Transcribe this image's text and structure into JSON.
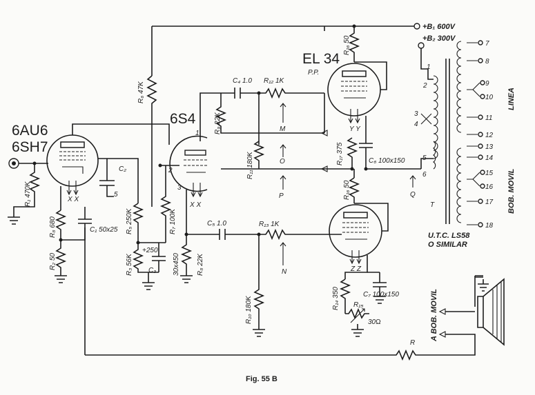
{
  "tubes": {
    "v1_line1": "6AU6",
    "v1_line2": "6SH7",
    "v2": "6S4",
    "v3": "EL 34",
    "v3_sub": "P.P."
  },
  "supply": {
    "b1": "+B₁ 600V",
    "b2": "+B₂ 300V"
  },
  "resistors": {
    "r1": "R₁ 470K",
    "r2": "R₂ 50",
    "r3": "R₃ 56K",
    "r5": "R₅ 250K",
    "r6": "R₆ 47K",
    "r7": "R₇ 100K",
    "r8": "R₈ 22K",
    "r8b": "R₈ 680",
    "r9": "R₉ 22K",
    "r10": "R₁₀ 180K",
    "r11": "R₁₁ 180K",
    "r12": "R₁₂ 1K",
    "r13": "R₁₃ 1K",
    "r14": "R₁₄ 350",
    "r15": "R₁₅",
    "r15_val": "30Ω",
    "r16a": "R₁₆ 50",
    "r16b": "R₁₆ 50",
    "r17": "R₁₇ 375",
    "rf": "R"
  },
  "capacitors": {
    "c1": "C₁ 50x25",
    "c2": "C₂",
    "c3": "C₃",
    "c3_val": "30x450",
    "c4": "C₄ 1.0",
    "c5": "C₅ 1.0",
    "c6": "C₆ 100x150",
    "c7": "C₇ 100x150",
    "plus250": "+250"
  },
  "markers": {
    "m": "M",
    "n": "N",
    "o": "O",
    "p": "P",
    "q": "Q",
    "t": "T",
    "xx1": "X X",
    "xx2": "X X",
    "yy": "Y Y",
    "zz": "Z Z",
    "five": "5",
    "six": "6"
  },
  "pins": {
    "one": "1",
    "two": "2",
    "three": "3"
  },
  "transformer": {
    "primary_taps": [
      "1",
      "2",
      "3",
      "4",
      "5",
      "6"
    ],
    "secondary_taps": [
      "7",
      "8",
      "9",
      "10",
      "11",
      "12",
      "13",
      "14",
      "15",
      "16",
      "17",
      "18"
    ],
    "linea": "LINEA",
    "bob_movil": "BOB. MOVIL",
    "utc": "U.T.C. LS58",
    "similar": "O SIMILAR"
  },
  "speaker": {
    "label": "A BOB. MOVIL"
  },
  "caption": "Fig. 55 B"
}
